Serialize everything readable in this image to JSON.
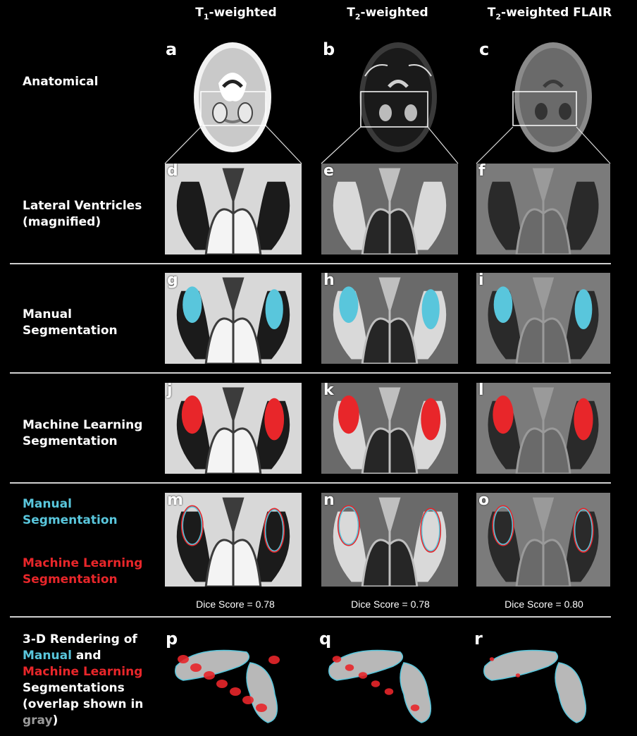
{
  "columns": [
    {
      "pre": "T",
      "sub": "1",
      "post": "-weighted"
    },
    {
      "pre": "T",
      "sub": "2",
      "post": "-weighted"
    },
    {
      "pre": "T",
      "sub": "2",
      "post": "-weighted FLAIR"
    }
  ],
  "rows": {
    "anatomical": "Anatomical",
    "lateral_1": "Lateral Ventricles",
    "lateral_2": "(magnified)",
    "manual_1": "Manual",
    "manual_2": "Segmentation",
    "ml_1": "Machine Learning",
    "ml_2": "Segmentation",
    "overlay_manual_1": "Manual",
    "overlay_manual_2": "Segmentation",
    "overlay_ml_1": "Machine Learning",
    "overlay_ml_2": "Segmentation",
    "render_1": "3-D Rendering of",
    "render_manual": "Manual",
    "render_and": " and",
    "render_ml": "Machine Learning",
    "render_3": "Segmentations",
    "render_4": "(overlap shown in",
    "render_gray": "gray",
    "render_close": ")"
  },
  "panel_letters": [
    "a",
    "b",
    "c",
    "d",
    "e",
    "f",
    "g",
    "h",
    "i",
    "j",
    "k",
    "l",
    "m",
    "n",
    "o",
    "p",
    "q",
    "r"
  ],
  "dice_scores": [
    "Dice Score = 0.78",
    "Dice Score = 0.78",
    "Dice Score = 0.80"
  ],
  "colors": {
    "manual": "#59c6dc",
    "machine_learning": "#e8262a",
    "overlap": "#b8b8b8",
    "divider": "#cfcfcf"
  }
}
